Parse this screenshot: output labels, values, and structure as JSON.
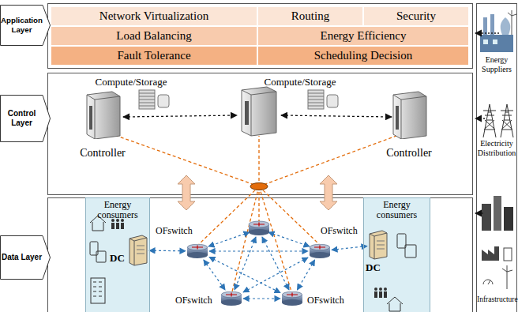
{
  "diagram": {
    "nodes": [
      {
        "text": [
          "Application Layer"
        ]
      },
      {
        "text": [
          "Control Layer"
        ]
      },
      {
        "text": [
          "Data Layer"
        ]
      },
      {
        "text": [
          "Network Virtualization"
        ]
      },
      {
        "text": [
          "Routing"
        ]
      },
      {
        "text": [
          "Security"
        ]
      },
      {
        "text": [
          "Load Balancing"
        ]
      },
      {
        "text": [
          "Energy Efficiency"
        ]
      },
      {
        "text": [
          "Fault Tolerance"
        ]
      },
      {
        "text": [
          "Scheduling Decision"
        ]
      },
      {
        "text": [
          "Controller"
        ]
      },
      {
        "text": [
          "Controller"
        ]
      },
      {
        "text": [
          "Energy consumers"
        ]
      },
      {
        "text": [
          "DC"
        ],
        "in": 12
      },
      {
        "text": [
          "OFswitch"
        ]
      },
      {
        "text": [
          "OFswitch"
        ]
      },
      {
        "text": [
          "OFswitch"
        ]
      },
      {
        "text": [
          "OFswitch"
        ]
      },
      {
        "text": [
          "Energy consumers"
        ]
      },
      {
        "text": [
          "DC"
        ],
        "in": 18
      }
    ],
    "edges": [
      {
        "from": 13,
        "to": 14,
        "arrow": "both"
      },
      {
        "from": 14,
        "to": 15,
        "arrow": "both"
      },
      {
        "from": 14,
        "to": 16,
        "arrow": "both"
      },
      {
        "from": 14,
        "to": 17,
        "arrow": "both"
      },
      {
        "from": 15,
        "to": 16,
        "arrow": "both"
      },
      {
        "from": 15,
        "to": 17,
        "arrow": "both"
      },
      {
        "from": 16,
        "to": 17,
        "arrow": "both"
      },
      {
        "from": 15,
        "to": 19,
        "arrow": "both"
      }
    ],
    "labels": [
      "Compute/Storage",
      "Compute/Storage",
      "Energy Suppliers",
      "Electricity Distribution",
      "Infrastructure"
    ]
  }
}
